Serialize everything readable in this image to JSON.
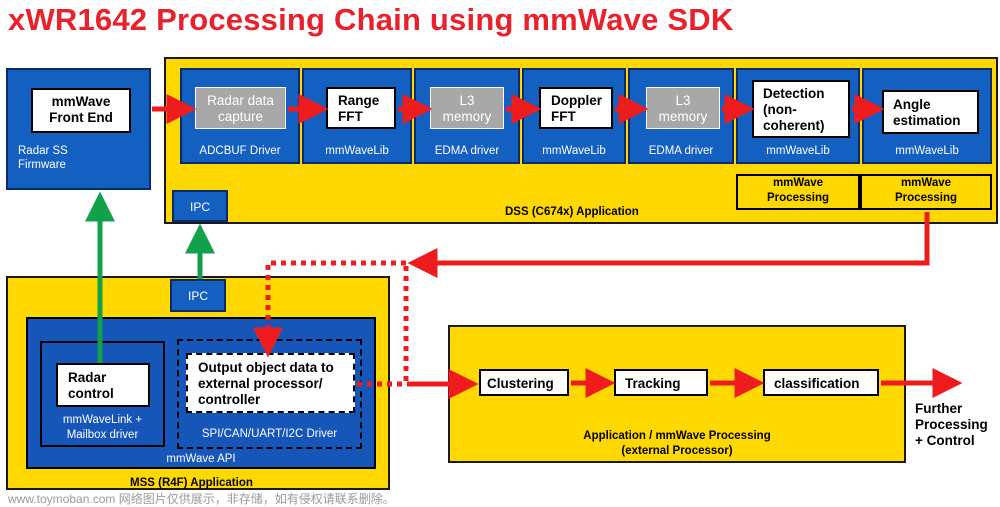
{
  "title": "xWR1642 Processing Chain using mmWave SDK",
  "radar_ss": {
    "block": "mmWave\nFront End",
    "label": "Radar SS\nFirmware"
  },
  "dss": {
    "label": "DSS (C674x) Application",
    "ipc": "IPC",
    "stages": [
      {
        "box": "Radar data\ncapture",
        "sub": "ADCBUF Driver"
      },
      {
        "box": "Range\nFFT",
        "sub": "mmWaveLib"
      },
      {
        "box": "L3\nmemory",
        "sub": "EDMA driver"
      },
      {
        "box": "Doppler\nFFT",
        "sub": "mmWaveLib"
      },
      {
        "box": "L3\nmemory",
        "sub": "EDMA driver"
      },
      {
        "box": "Detection\n(non-\ncoherent)",
        "sub": "mmWaveLib",
        "footer": "mmWave\nProcessing"
      },
      {
        "box": "Angle\nestimation",
        "sub": "mmWaveLib",
        "footer": "mmWave\nProcessing"
      }
    ]
  },
  "mss": {
    "label": "MSS (R4F) Application",
    "ipc": "IPC",
    "api": "mmWave API",
    "radar_control": "Radar\ncontrol",
    "radar_control_sub": "mmWaveLink +\nMailbox driver",
    "output_box": "Output object data to\nexternal processor/\ncontroller",
    "output_sub": "SPI/CAN/UART/I2C  Driver"
  },
  "external": {
    "label": "Application  / mmWave Processing\n(external Processor)",
    "steps": [
      "Clustering",
      "Tracking",
      "classification"
    ],
    "further": "Further\nProcessing\n+ Control"
  },
  "watermark": "www.toymoban.com 网络图片仅供展示，非存储，如有侵权请联系删除。",
  "colors": {
    "title_red": "#e8212b",
    "arrow_red": "#ee1c1c",
    "arrow_green": "#12a04a",
    "blue": "#1460c0",
    "yellow": "#ffd800",
    "gray_block": "#a8a8a8"
  }
}
